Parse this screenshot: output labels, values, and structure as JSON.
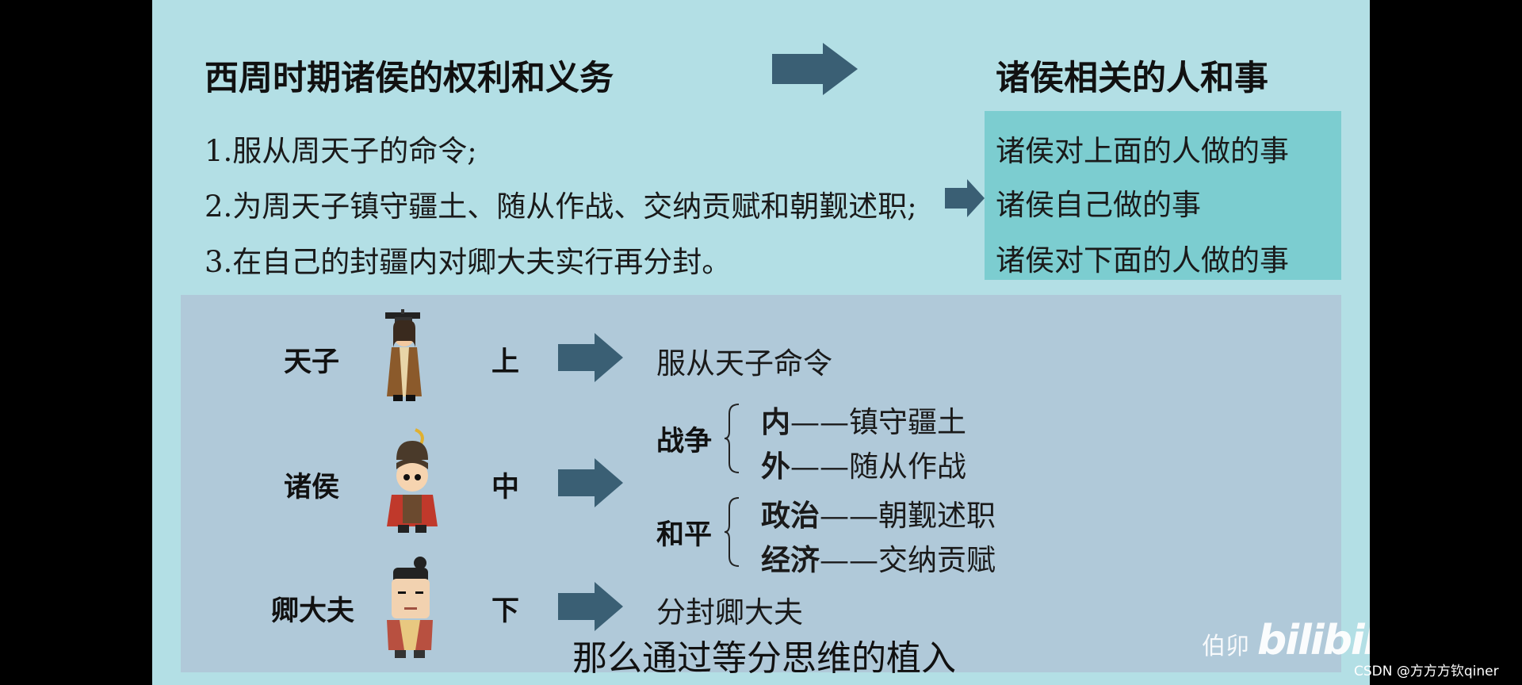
{
  "slide": {
    "title_left": "西周时期诸侯的权利和义务",
    "title_right": "诸侯相关的人和事",
    "duties": [
      "1.服从周天子的命令;",
      "2.为周天子镇守疆土、随从作战、交纳贡赋和朝觐述职;",
      "3.在自己的封疆内对卿大夫实行再分封。"
    ],
    "categories": [
      "诸侯对上面的人做的事",
      "诸侯自己做的事",
      "诸侯对下面的人做的事"
    ]
  },
  "hierarchy": {
    "levels": [
      {
        "name": "天子",
        "position": "上",
        "avatar": "emperor-avatar"
      },
      {
        "name": "诸侯",
        "position": "中",
        "avatar": "general-avatar"
      },
      {
        "name": "卿大夫",
        "position": "下",
        "avatar": "official-avatar"
      }
    ],
    "top_desc": "服从天子命令",
    "war": {
      "label": "战争",
      "items": [
        {
          "key": "内",
          "sep": "——",
          "value": "镇守疆土"
        },
        {
          "key": "外",
          "sep": "——",
          "value": "随从作战"
        }
      ]
    },
    "peace": {
      "label": "和平",
      "items": [
        {
          "key": "政治",
          "sep": "——",
          "value": "朝觐述职"
        },
        {
          "key": "经济",
          "sep": "——",
          "value": "交纳贡赋"
        }
      ]
    },
    "bottom_desc": "分封卿大夫"
  },
  "subtitle": "那么通过等分思维的植入",
  "watermark": {
    "uploader": "伯卯",
    "platform": "bilibili"
  },
  "credit": "CSDN @方方方钦qiner",
  "colors": {
    "slide_bg": "#b3dfe5",
    "teal_box": "#7ccdd0",
    "panel": "#b0c9d9",
    "arrow": "#3a5f74"
  }
}
